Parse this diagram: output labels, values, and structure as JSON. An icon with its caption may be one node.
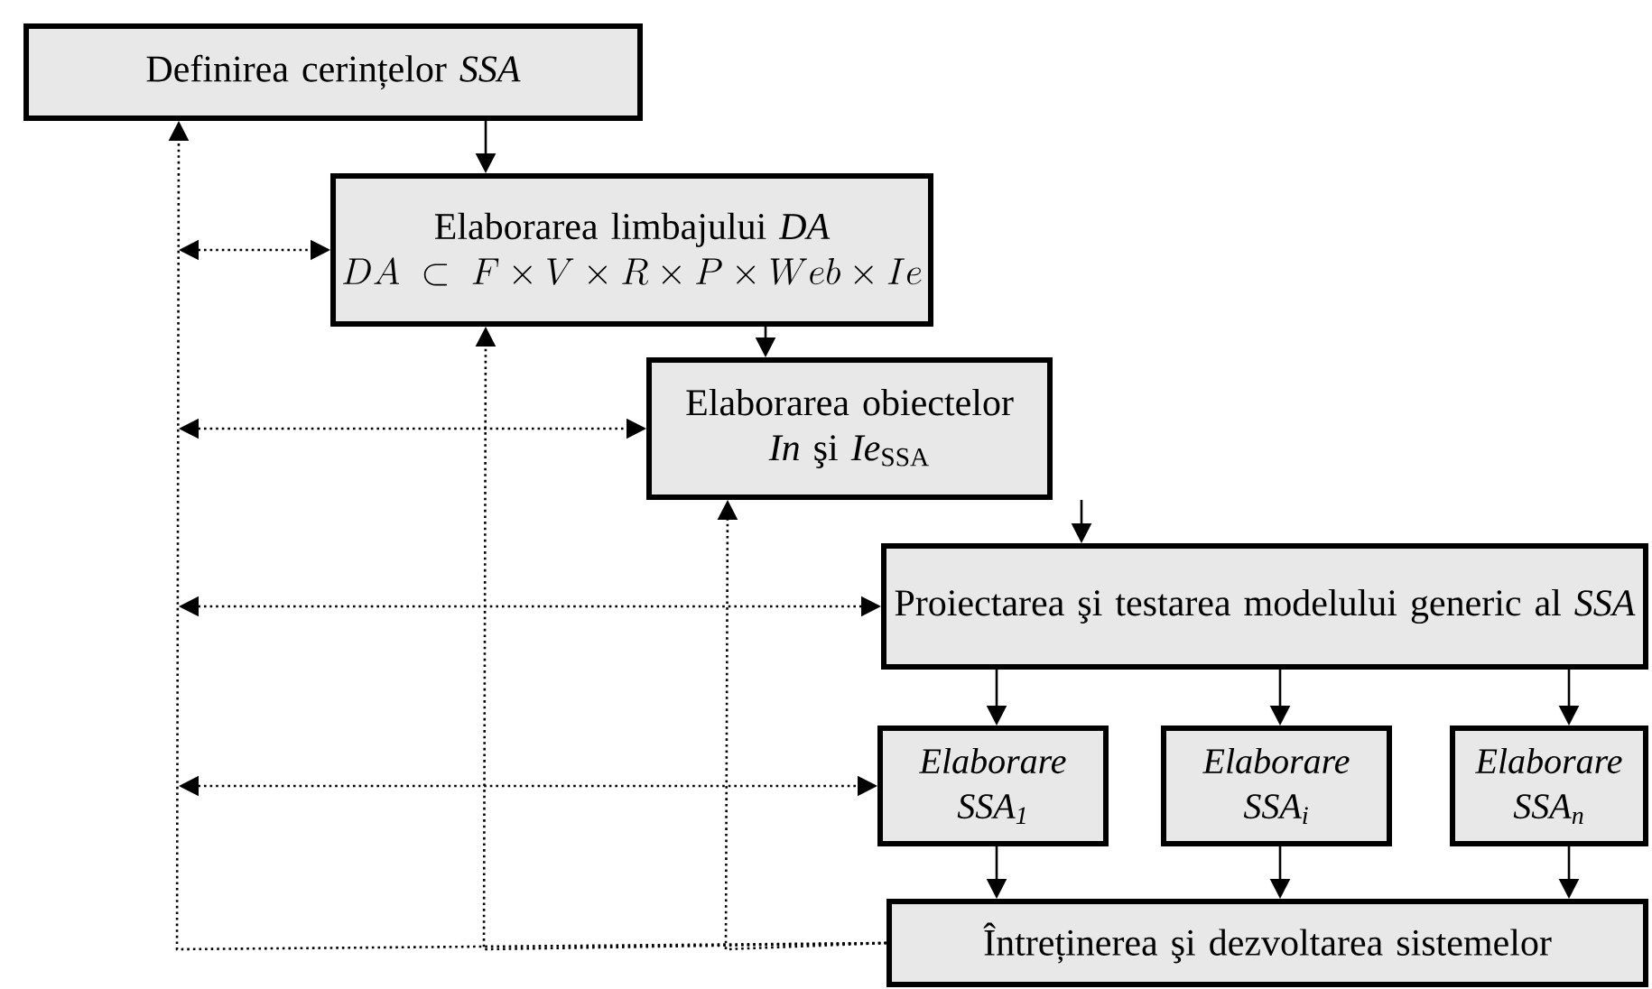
{
  "diagram": {
    "nodes": [
      {
        "text": [
          "Definirea cerințelor *SSA*"
        ]
      },
      {
        "text": [
          "Elaborarea limbajului *DA*",
          "DA \\;\\subset\\; F \\times V \\times R \\times P \\times Web \\times Ie"
        ]
      },
      {
        "text": [
          "Elaborarea obiectelor",
          "*In*  şi  *Ie*$_{SSA}$"
        ]
      },
      {
        "text": [
          "Proiectarea şi testarea modelului generic al *SSA*"
        ]
      },
      {
        "text": [
          "Elaborare SSA$_{1}$"
        ]
      },
      {
        "text": [
          "Elaborare SSA$_{i}$"
        ]
      },
      {
        "text": [
          "Elaborare SSA$_{n}$"
        ]
      },
      {
        "text": [
          "Întreținerea şi dezvoltarea sistemelor"
        ]
      }
    ],
    "edges": [
      {
        "from": 0,
        "to": 1,
        "arrow": "to"
      },
      {
        "from": 1,
        "to": 2,
        "arrow": "to"
      },
      {
        "from": 2,
        "to": 3,
        "arrow": "to"
      },
      {
        "from": 3,
        "to": 4,
        "arrow": "to"
      },
      {
        "from": 3,
        "to": 5,
        "arrow": "to"
      },
      {
        "from": 3,
        "to": 6,
        "arrow": "to"
      },
      {
        "from": 4,
        "to": 7,
        "arrow": "to"
      },
      {
        "from": 5,
        "to": 7,
        "arrow": "to"
      },
      {
        "from": 6,
        "to": 7,
        "arrow": "to"
      },
      {
        "from": 7,
        "to": 0,
        "arrow": "to",
        "style": "dashed"
      },
      {
        "from": 7,
        "to": 1,
        "arrow": "to",
        "style": "dashed"
      },
      {
        "from": 7,
        "to": 2,
        "arrow": "to",
        "style": "dashed"
      },
      {
        "from": null,
        "to": 1,
        "arrow": "both",
        "style": "dashed"
      },
      {
        "from": null,
        "to": 2,
        "arrow": "both",
        "style": "dashed"
      },
      {
        "from": null,
        "to": 3,
        "arrow": "both",
        "style": "dashed"
      },
      {
        "from": null,
        "to": 4,
        "arrow": "both",
        "style": "dashed"
      }
    ]
  }
}
